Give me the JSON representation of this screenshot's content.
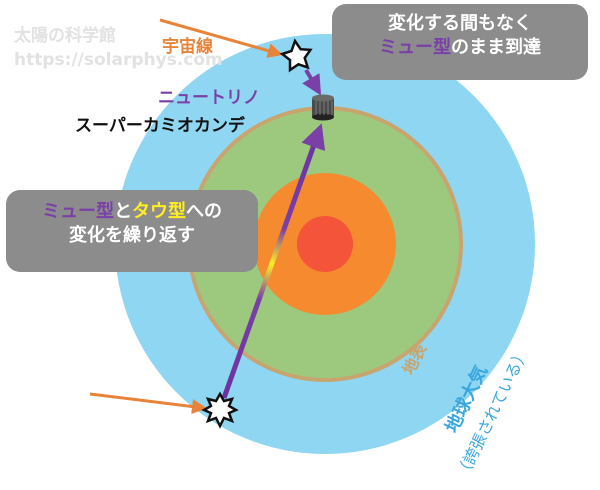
{
  "watermark": {
    "title": "太陽の科学館",
    "url": "https://solarphys.com"
  },
  "labels": {
    "cosmic_ray": "宇宙線",
    "neutrino": "ニュートリノ",
    "detector": "スーパーカミオカンデ",
    "surface": "地表",
    "atmosphere": "地球大気",
    "atmosphere_note": "（誇張されている）"
  },
  "callout_top": {
    "line1": "変化する間もなく",
    "line2_highlight": "ミュー型",
    "line2_rest": "のまま到達"
  },
  "callout_left": {
    "part1": "ミュー型",
    "part2": "と",
    "part3": "タウ型",
    "part4": "への",
    "line2": "変化を繰り返す"
  },
  "colors": {
    "atmosphere": "#8fd6f2",
    "mantle": "#9dc97e",
    "surface_border": "#c8a46e",
    "outer_core": "#f58a2e",
    "inner_core": "#f4543a",
    "cosmic_ray": "#e8843a",
    "neutrino": "#7b3fa8",
    "tau": "#ffee22",
    "atmosphere_label": "#3aa7dc",
    "callout_bg": "#8c8c8c"
  }
}
